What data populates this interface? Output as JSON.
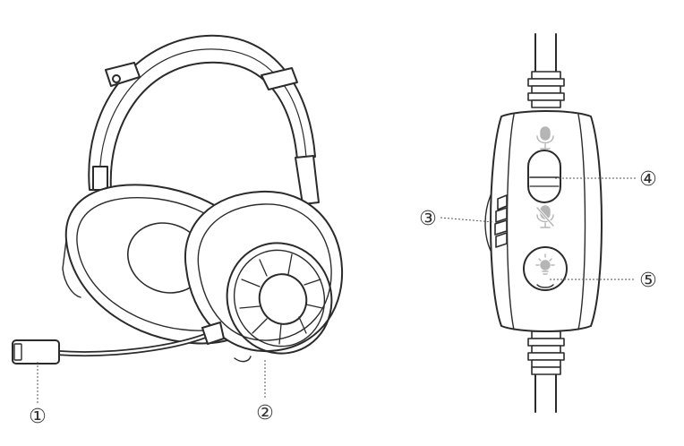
{
  "callouts": [
    {
      "id": "1",
      "label": "①"
    },
    {
      "id": "2",
      "label": "②"
    },
    {
      "id": "3",
      "label": "③"
    },
    {
      "id": "4",
      "label": "④"
    },
    {
      "id": "5",
      "label": "⑤"
    }
  ],
  "colors": {
    "line": "#2b2b2b",
    "leader": "#555555",
    "icon": "#b5b5b5",
    "background": "#ffffff"
  },
  "icons": [
    "microphone-icon",
    "microphone-muted-icon",
    "light-bulb-icon"
  ]
}
